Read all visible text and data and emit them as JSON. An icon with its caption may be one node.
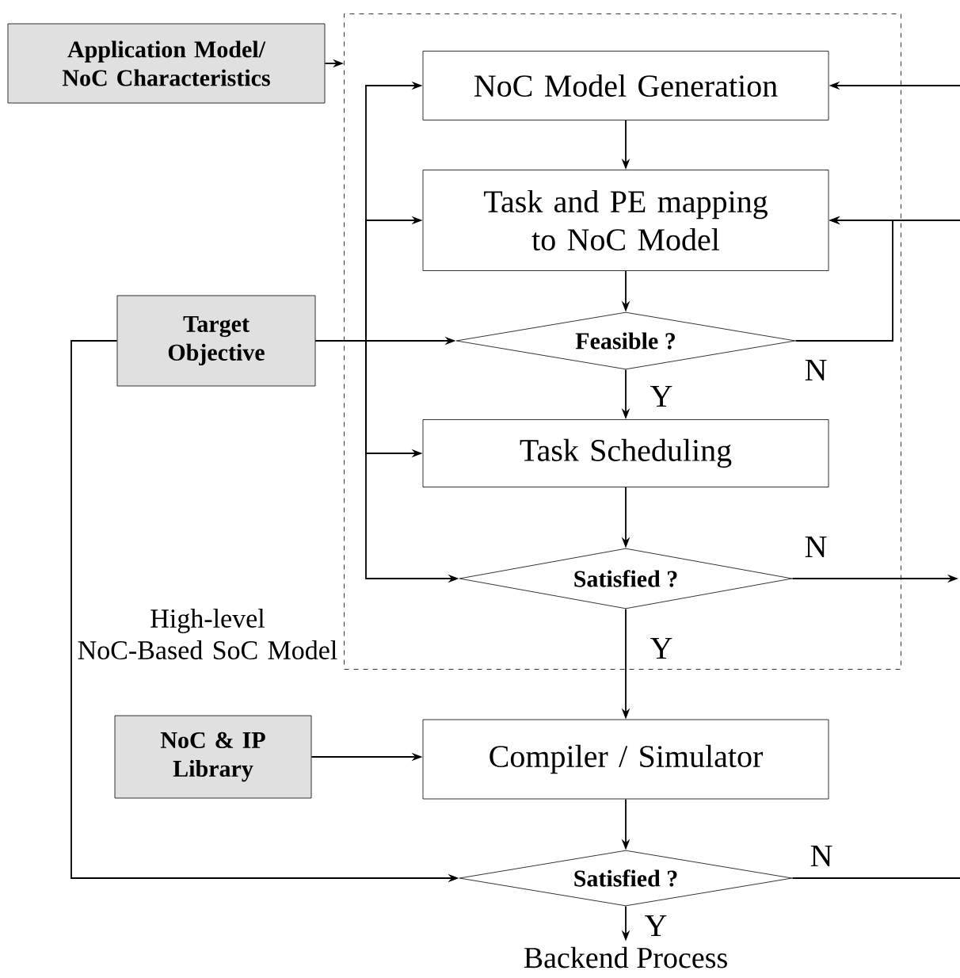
{
  "diagram": {
    "nodes": [
      {
        "text": [
          "High-level NoC-Based SoC Model"
        ]
      },
      {
        "text": [
          "Application Model/ NoC Characteristics"
        ]
      },
      {
        "text": [
          "NoC Model Generation"
        ],
        "in": 0
      },
      {
        "text": [
          "Task and PE mapping to NoC Model"
        ],
        "in": 0
      },
      {
        "text": [
          "Feasible ?"
        ],
        "in": 0
      },
      {
        "text": [
          "Target Objective"
        ]
      },
      {
        "text": [
          "Task Scheduling"
        ],
        "in": 0
      },
      {
        "text": [
          "Satisfied ?"
        ],
        "in": 0
      },
      {
        "text": [
          "NoC & IP Library"
        ]
      },
      {
        "text": [
          "Compiler / Simulator"
        ]
      },
      {
        "text": [
          "Satisfied ?"
        ]
      },
      {
        "text": [
          "Backend Process"
        ]
      }
    ],
    "edges": [
      {
        "from": 1,
        "to": 0,
        "arrow": "to"
      },
      {
        "from": 2,
        "to": 3,
        "arrow": "to"
      },
      {
        "from": 3,
        "to": 4,
        "arrow": "to"
      },
      {
        "from": 4,
        "to": 3,
        "arrow": "to",
        "label": "N"
      },
      {
        "from": 4,
        "to": 6,
        "arrow": "to",
        "label": "Y"
      },
      {
        "from": 6,
        "to": 7,
        "arrow": "to"
      },
      {
        "from": 7,
        "to": null,
        "arrow": "to",
        "label": "N"
      },
      {
        "from": null,
        "to": 2,
        "arrow": "to"
      },
      {
        "from": null,
        "to": 3,
        "arrow": "to"
      },
      {
        "from": 7,
        "to": 9,
        "arrow": "to",
        "label": "Y"
      },
      {
        "from": 5,
        "to": 4,
        "arrow": "to"
      },
      {
        "from": 5,
        "to": 2,
        "arrow": "to"
      },
      {
        "from": 5,
        "to": 3,
        "arrow": "to"
      },
      {
        "from": 5,
        "to": 6,
        "arrow": "to"
      },
      {
        "from": 5,
        "to": 7,
        "arrow": "to"
      },
      {
        "from": 5,
        "to": 10,
        "arrow": "to"
      },
      {
        "from": 8,
        "to": 9,
        "arrow": "to"
      },
      {
        "from": 9,
        "to": 10,
        "arrow": "to"
      },
      {
        "from": 10,
        "to": null,
        "arrow": "none",
        "label": "N"
      },
      {
        "from": 10,
        "to": 11,
        "arrow": "to",
        "label": "Y"
      }
    ]
  }
}
